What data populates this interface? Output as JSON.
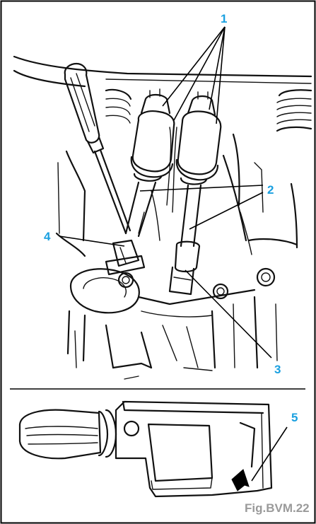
{
  "callouts": {
    "c1": "1",
    "c2": "2",
    "c3": "3",
    "c4": "4",
    "c5": "5"
  },
  "caption": "Fig.BVM.22",
  "colors": {
    "callout": "#1aa0e0",
    "caption": "#9a9a9a",
    "line": "#111111",
    "border": "#000000"
  }
}
